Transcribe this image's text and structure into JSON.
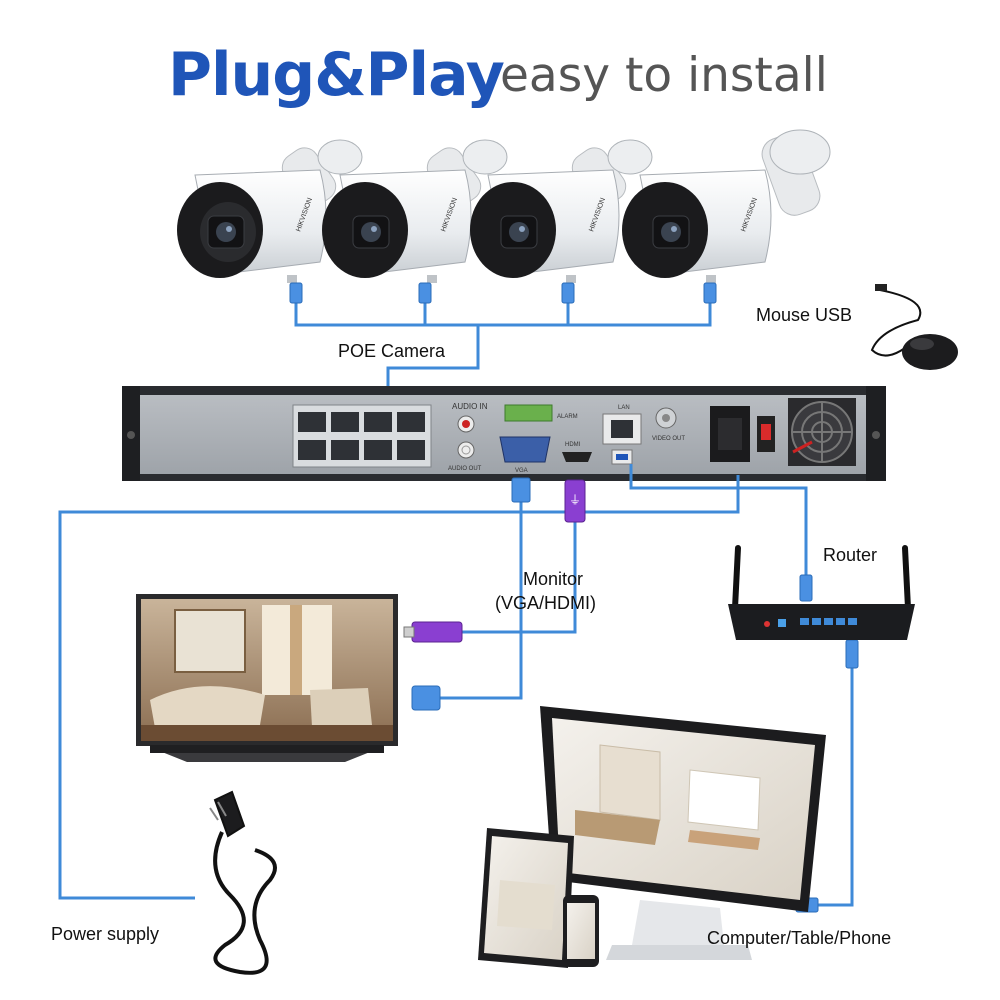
{
  "title": {
    "main": "Plug&Play",
    "sub": "easy to install"
  },
  "labels": {
    "poe_camera": "POE Camera",
    "mouse_usb": "Mouse USB",
    "router": "Router",
    "monitor_line1": "Monitor",
    "monitor_line2": "(VGA/HDMI)",
    "power_supply": "Power supply",
    "devices": "Computer/Table/Phone"
  },
  "camera_brand": "HIKVISION",
  "nvr_ports": {
    "audio_in": "AUDIO IN",
    "audio_out": "AUDIO OUT",
    "vga": "VGA",
    "hdmi": "HDMI",
    "alarm": "ALARM",
    "lan": "LAN",
    "video_out": "VIDEO OUT"
  },
  "colors": {
    "title_blue": "#1f55b8",
    "cable_blue": "#3f8ad8",
    "hdmi_purple": "#8a3fd1"
  }
}
